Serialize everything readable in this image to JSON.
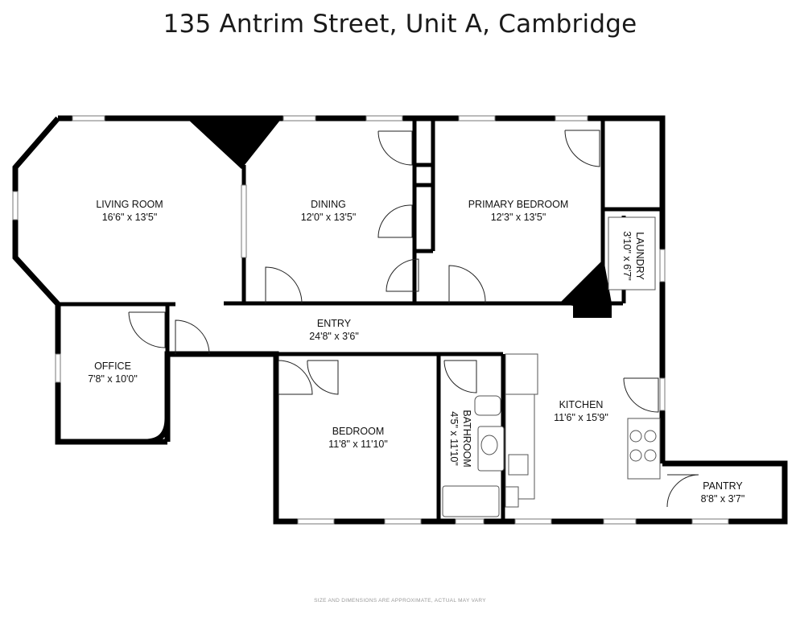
{
  "title": "135 Antrim Street, Unit A, Cambridge",
  "disclaimer": "SIZE AND DIMENSIONS ARE APPROXIMATE, ACTUAL MAY VARY",
  "rooms": {
    "living_room": {
      "name": "LIVING ROOM",
      "dims": "16'6\" x 13'5\""
    },
    "dining": {
      "name": "DINING",
      "dims": "12'0\" x 13'5\""
    },
    "primary_bedroom": {
      "name": "PRIMARY BEDROOM",
      "dims": "12'3\" x 13'5\""
    },
    "laundry": {
      "name": "LAUNDRY",
      "dims": "3'10\" x 6'7\""
    },
    "entry": {
      "name": "ENTRY",
      "dims": "24'8\" x 3'6\""
    },
    "office": {
      "name": "OFFICE",
      "dims": "7'8\" x 10'0\""
    },
    "bedroom": {
      "name": "BEDROOM",
      "dims": "11'8\" x 11'10\""
    },
    "bathroom": {
      "name": "BATHROOM",
      "dims": "4'5\" x 11'10\""
    },
    "kitchen": {
      "name": "KITCHEN",
      "dims": "11'6\" x 15'9\""
    },
    "pantry": {
      "name": "PANTRY",
      "dims": "8'8\" x 3'7\""
    }
  },
  "colors": {
    "wall": "#000000",
    "background": "#ffffff",
    "text": "#111111"
  }
}
